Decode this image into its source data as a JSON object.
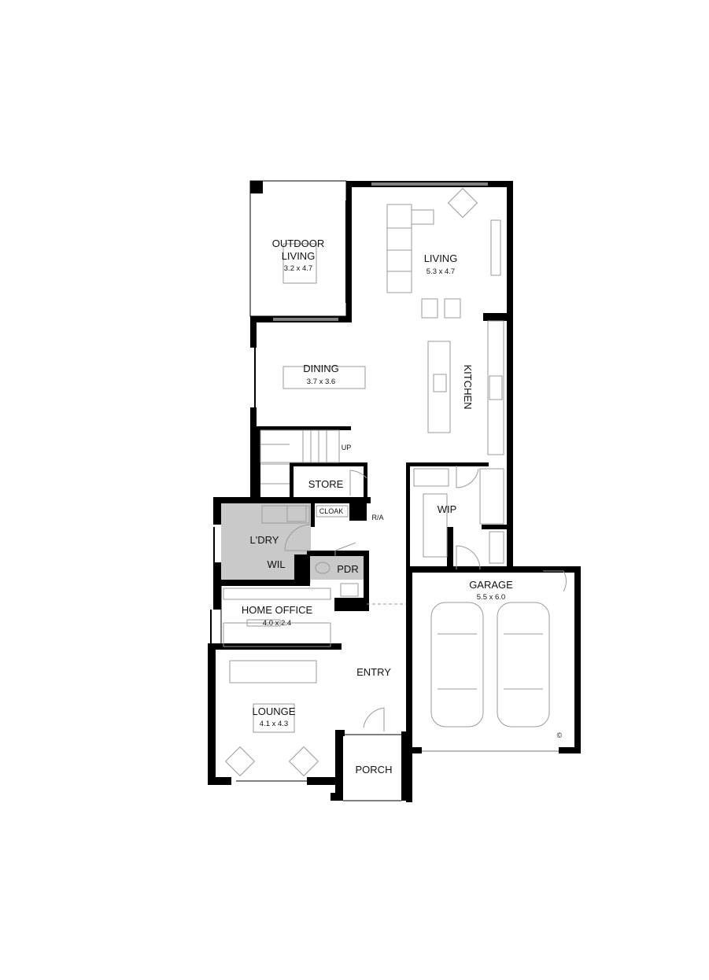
{
  "rooms": {
    "outdoor_living": {
      "name_line1": "OUTDOOR",
      "name_line2": "LIVING",
      "size": "3.2 x 4.7"
    },
    "living": {
      "name": "LIVING",
      "size": "5.3 x 4.7"
    },
    "dining": {
      "name": "DINING",
      "size": "3.7 x 3.6"
    },
    "kitchen": {
      "name": "KITCHEN"
    },
    "store": {
      "name": "STORE"
    },
    "cloak": {
      "name": "CLOAK"
    },
    "ra": {
      "name": "R/A"
    },
    "up": {
      "name": "UP"
    },
    "wip": {
      "name": "WIP"
    },
    "laundry": {
      "name": "L'DRY"
    },
    "wil": {
      "name": "WIL"
    },
    "pdr": {
      "name": "PDR"
    },
    "garage": {
      "name": "GARAGE",
      "size": "5.5 x 6.0"
    },
    "home_office": {
      "name": "HOME OFFICE",
      "size": "4.0 x 2.4"
    },
    "entry": {
      "name": "ENTRY"
    },
    "lounge": {
      "name": "LOUNGE",
      "size": "4.1 x 4.3"
    },
    "porch": {
      "name": "PORCH"
    }
  },
  "copyright_mark": "©",
  "colors": {
    "wall": "#000000",
    "wet_area": "#c9c9c9",
    "furniture": "#9a9a9a"
  }
}
